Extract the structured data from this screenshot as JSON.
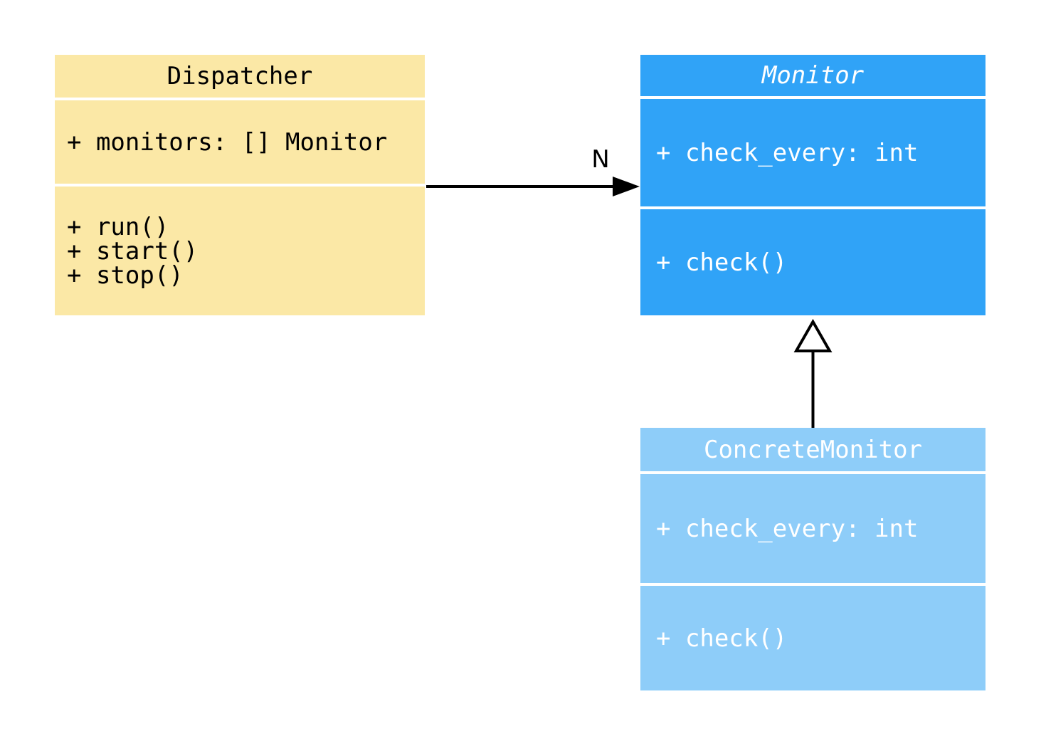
{
  "diagram": {
    "kind": "uml-class-diagram"
  },
  "colors": {
    "dispatcher_fill": "#fbe8a6",
    "monitor_fill": "#30a3f7",
    "concrete_monitor_fill": "#8ecdf9",
    "text_dark": "#000000",
    "text_light": "#ffffff",
    "line_color": "#000000",
    "background": "#ffffff"
  },
  "classes": [
    {
      "name": "Dispatcher",
      "abstract": false,
      "attributes": [
        "+ monitors: [] Monitor"
      ],
      "methods": [
        "+ run()",
        "+ start()",
        "+ stop()"
      ]
    },
    {
      "name": "Monitor",
      "abstract": true,
      "attributes": [
        "+ check_every: int"
      ],
      "methods": [
        "+ check()"
      ]
    },
    {
      "name": "ConcreteMonitor",
      "abstract": false,
      "attributes": [
        "+ check_every: int"
      ],
      "methods": [
        "+ check()"
      ]
    }
  ],
  "relationships": [
    {
      "type": "association",
      "from": "Dispatcher",
      "to": "Monitor",
      "label": "N"
    },
    {
      "type": "inheritance",
      "from": "ConcreteMonitor",
      "to": "Monitor",
      "label": ""
    }
  ]
}
